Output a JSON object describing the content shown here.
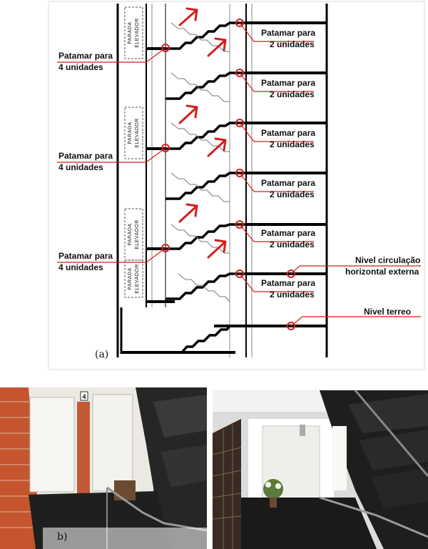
{
  "figure": {
    "panel_a_label": "(a)",
    "panel_b_label": "b)",
    "stop_label": [
      "PARADA",
      "ELEVADOR"
    ],
    "door_number": "4",
    "callouts_left": [
      {
        "line1": "Patamar para",
        "line2": "4 unidades"
      },
      {
        "line1": "Patamar para",
        "line2": "4 unidades"
      },
      {
        "line1": "Patamar para",
        "line2": "4 unidades"
      }
    ],
    "callouts_right": [
      {
        "line1": "Patamar para",
        "line2": "2 unidades"
      },
      {
        "line1": "Patamar para",
        "line2": "2 unidades"
      },
      {
        "line1": "Patamar para",
        "line2": "2 unidades"
      },
      {
        "line1": "Patamar para",
        "line2": "2 unidades"
      },
      {
        "line1": "Patamar para",
        "line2": "2 unidades"
      },
      {
        "line1": "Patamar para",
        "line2": "2 unidades"
      }
    ],
    "callout_external": {
      "line1": "Nivel circulação",
      "line2": "horizontal externa"
    },
    "callout_ground": "Nivel terreo"
  },
  "colors": {
    "accent": "#d21f1f",
    "structure": "#000000",
    "thin": "#444444"
  }
}
